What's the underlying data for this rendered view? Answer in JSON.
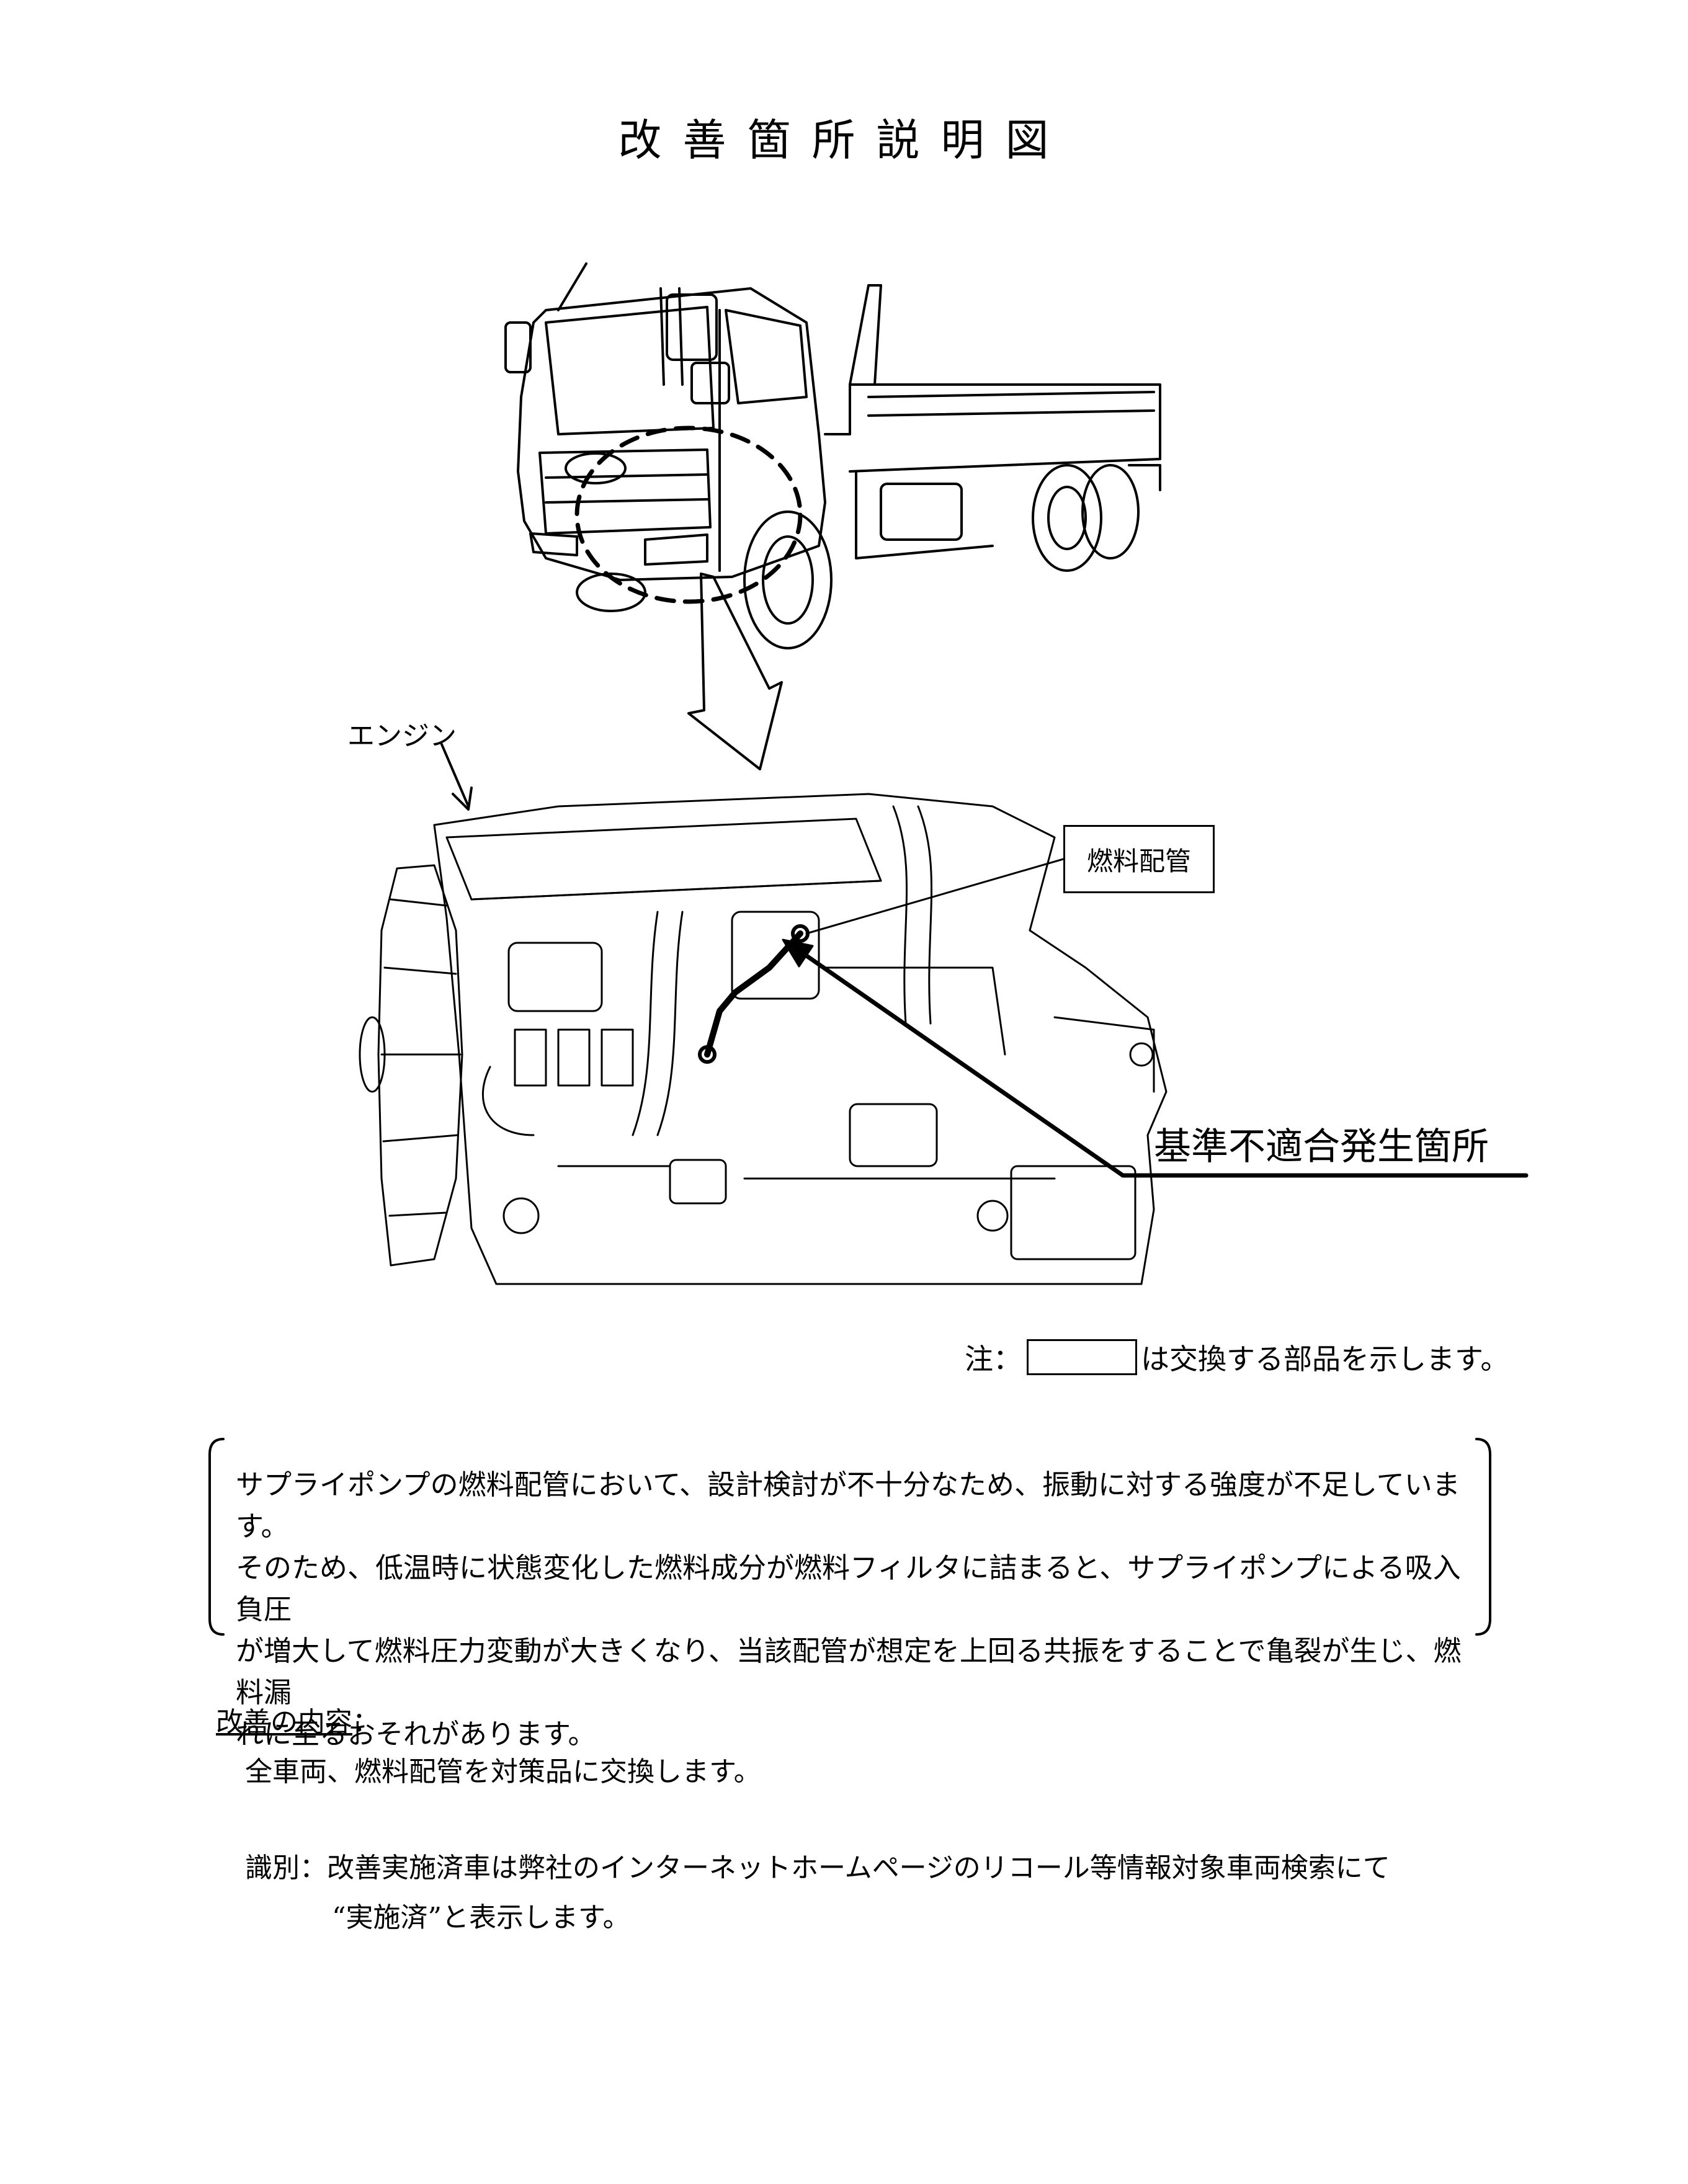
{
  "page": {
    "title": "改善箇所説明図"
  },
  "figure": {
    "engine_label": "エンジン",
    "fuel_pipe_label": "燃料配管",
    "nonconformity_label": "基準不適合発生箇所"
  },
  "note": {
    "prefix": "注：",
    "suffix": "は交換する部品を示します。"
  },
  "description": {
    "lines": [
      "サプライポンプの燃料配管において、設計検討が不十分なため、振動に対する強度が不足しています。",
      "そのため、低温時に状態変化した燃料成分が燃料フィルタに詰まると、サプライポンプによる吸入負圧",
      "が増大して燃料圧力変動が大きくなり、当該配管が想定を上回る共振をすることで亀裂が生じ、燃料漏",
      "れに至るおそれがあります。"
    ]
  },
  "improvement": {
    "heading": "改善の内容",
    "heading_suffix": "：",
    "text": "全車両、燃料配管を対策品に交換します。",
    "identification_line1": "識別：改善実施済車は弊社のインターネットホームページのリコール等情報対象車両検索にて",
    "identification_line2": "“実施済”と表示します。"
  }
}
